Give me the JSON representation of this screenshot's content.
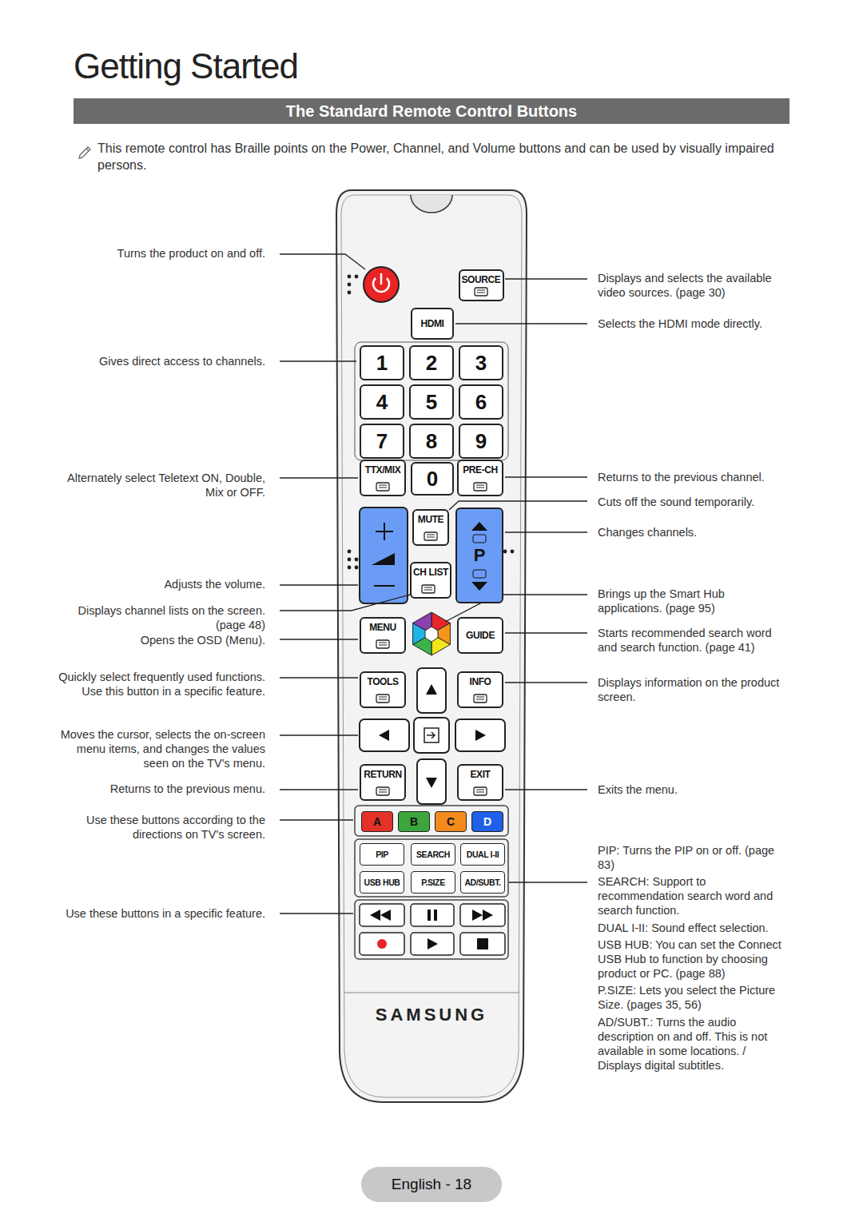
{
  "diagram": {
    "title": "Getting Started",
    "nodes": [
      {
        "text": [
          "The Standard Remote Control Buttons"
        ]
      },
      {
        "text": [
          "SAMSUNG"
        ]
      },
      {
        "text": [
          "SOURCE"
        ],
        "in": 1
      },
      {
        "text": [
          "HDMI"
        ],
        "in": 1
      },
      {
        "text": [
          "1"
        ],
        "in": 1
      },
      {
        "text": [
          "2"
        ],
        "in": 1
      },
      {
        "text": [
          "3"
        ],
        "in": 1
      },
      {
        "text": [
          "4"
        ],
        "in": 1
      },
      {
        "text": [
          "5"
        ],
        "in": 1
      },
      {
        "text": [
          "6"
        ],
        "in": 1
      },
      {
        "text": [
          "7"
        ],
        "in": 1
      },
      {
        "text": [
          "8"
        ],
        "in": 1
      },
      {
        "text": [
          "9"
        ],
        "in": 1
      },
      {
        "text": [
          "TTX/MIX"
        ],
        "in": 1
      },
      {
        "text": [
          "0"
        ],
        "in": 1
      },
      {
        "text": [
          "PRE-CH"
        ],
        "in": 1
      },
      {
        "text": [
          "MUTE"
        ],
        "in": 1
      },
      {
        "text": [
          "P"
        ],
        "in": 1
      },
      {
        "text": [
          "CH LIST"
        ],
        "in": 1
      },
      {
        "text": [
          "MENU"
        ],
        "in": 1
      },
      {
        "text": [
          "GUIDE"
        ],
        "in": 1
      },
      {
        "text": [
          "TOOLS"
        ],
        "in": 1
      },
      {
        "text": [
          "INFO"
        ],
        "in": 1
      },
      {
        "text": [
          "RETURN"
        ],
        "in": 1
      },
      {
        "text": [
          "EXIT"
        ],
        "in": 1
      },
      {
        "text": [
          "A"
        ],
        "in": 1
      },
      {
        "text": [
          "B"
        ],
        "in": 1
      },
      {
        "text": [
          "C"
        ],
        "in": 1
      },
      {
        "text": [
          "D"
        ],
        "in": 1
      },
      {
        "text": [
          "PIP"
        ],
        "in": 1
      },
      {
        "text": [
          "SEARCH"
        ],
        "in": 1
      },
      {
        "text": [
          "DUAL I-II"
        ],
        "in": 1
      },
      {
        "text": [
          "USB HUB"
        ],
        "in": 1
      },
      {
        "text": [
          "P.SIZE"
        ],
        "in": 1
      },
      {
        "text": [
          "AD/SUBT."
        ],
        "in": 1
      },
      {
        "text": [
          "English - 18"
        ]
      }
    ],
    "labels": [
      "This remote control has Braille points on the Power, Channel, and Volume buttons and can be used by visually impaired persons.",
      "Turns the product on and off.",
      "Gives direct access to channels.",
      "Alternately select Teletext ON, Double, Mix or OFF.",
      "Adjusts the volume.",
      "Displays channel lists on the screen. (page 48)",
      "Opens the OSD (Menu).",
      "Quickly select frequently used functions. Use this button in a specific feature.",
      "Moves the cursor, selects the on-screen menu items, and changes the values seen on the TV's menu.",
      "Returns to the previous menu.",
      "Use these buttons according to the directions on TV's screen.",
      "Use these buttons in a specific feature.",
      "Displays and selects the available video sources. (page 30)",
      "Selects the HDMI mode directly.",
      "Returns to the previous channel.",
      "Cuts off the sound temporarily.",
      "Changes channels.",
      "Brings up the Smart Hub applications. (page 95)",
      "Starts recommended search word and search function. (page 41)",
      "Displays information on the product screen.",
      "Exits the menu.",
      "PIP: Turns the PIP on or off. (page 83)",
      "SEARCH: Support to recommendation search word and search function.",
      "DUAL I-II: Sound effect selection.",
      "USB HUB: You can set the Connect USB Hub to function by choosing product or PC. (page 88)",
      "P.SIZE: Lets you select the Picture Size. (pages 35, 56)",
      "AD/SUBT.: Turns the audio description on and off. This is not available in some locations. / Displays digital subtitles."
    ]
  }
}
